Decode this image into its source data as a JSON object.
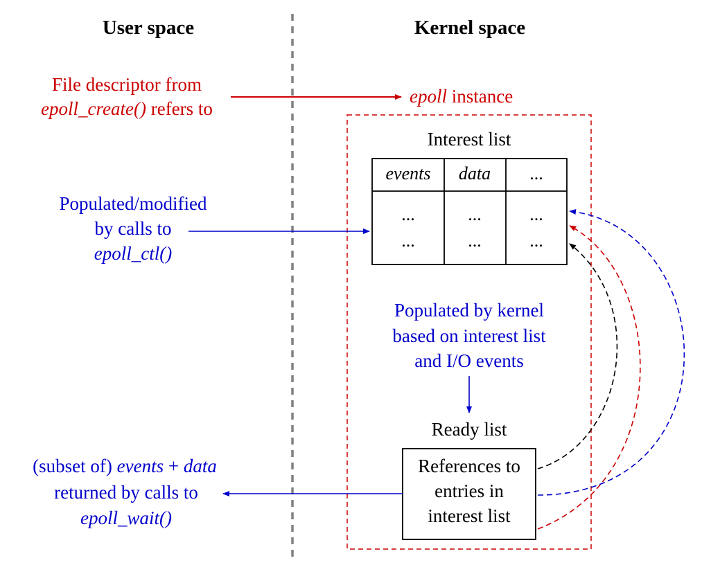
{
  "headers": {
    "user": "User space",
    "kernel": "Kernel space"
  },
  "fd_label": {
    "line1": "File descriptor from",
    "line2_fn": "epoll_create()",
    "line2_rest": " refers to"
  },
  "instance_label": {
    "em": "epoll",
    "rest": " instance"
  },
  "interest_list": {
    "title": "Interest list",
    "columns": [
      "events",
      "data",
      "..."
    ],
    "row1": [
      "...",
      "...",
      "..."
    ],
    "row2": [
      "...",
      "...",
      "..."
    ]
  },
  "ctl_label": {
    "line1": "Populated/modified",
    "line2": "by calls to",
    "line3": "epoll_ctl()"
  },
  "kernel_label": {
    "line1": "Populated by kernel",
    "line2": "based on interest list",
    "line3": "and I/O events"
  },
  "ready_list": {
    "title": "Ready list",
    "line1": "References to",
    "line2": "entries in",
    "line3": "interest list"
  },
  "wait_label": {
    "line1_a": "(subset of) ",
    "line1_b": "events",
    "line1_c": " + ",
    "line1_d": "data",
    "line2": "returned by calls to",
    "line3": "epoll_wait()"
  },
  "colors": {
    "red": "#cc0000",
    "blue": "#0000cc",
    "black": "#000000",
    "divider": "#808080"
  }
}
